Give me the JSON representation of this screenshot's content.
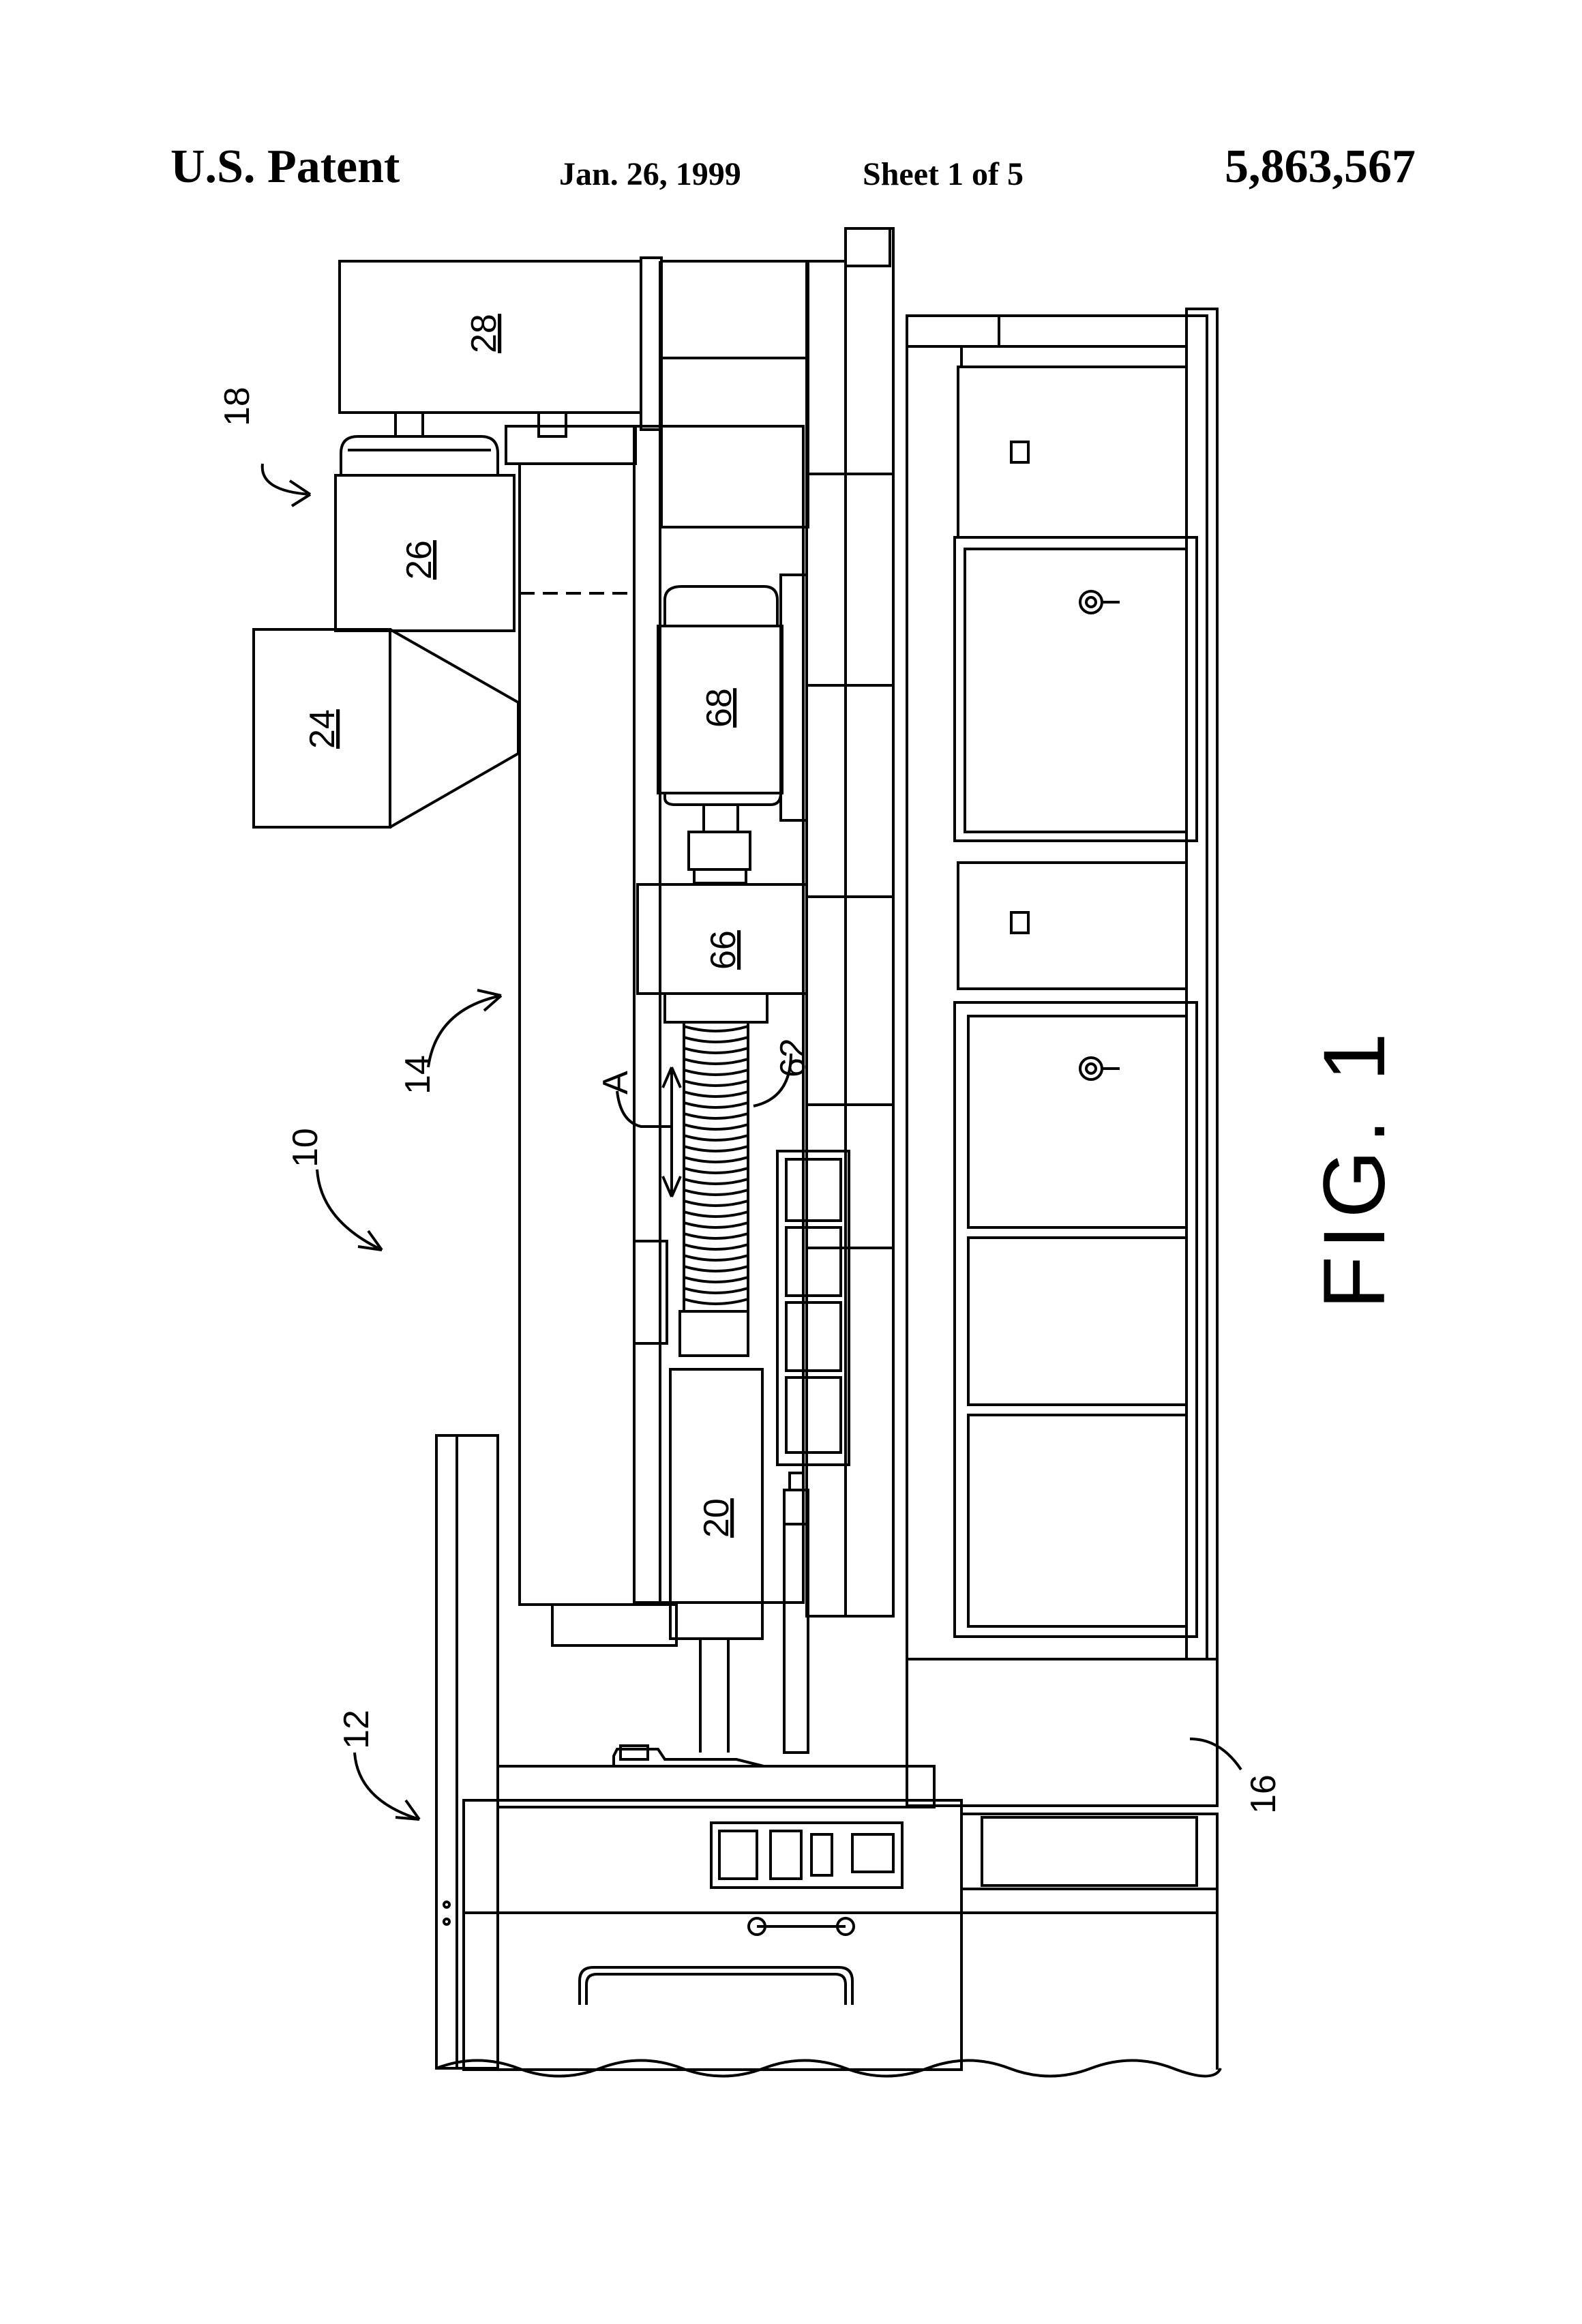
{
  "header": {
    "left": "U.S. Patent",
    "date": "Jan. 26, 1999",
    "sheet": "Sheet 1 of 5",
    "patent_number": "5,863,567"
  },
  "figure": {
    "caption": "FIG. 1",
    "labels": {
      "n10": "10",
      "n12": "12",
      "n14": "14",
      "n16": "16",
      "n18": "18",
      "n20": "20",
      "n24": "24",
      "n26": "26",
      "n28": "28",
      "n62": "62",
      "n66": "66",
      "n68": "68",
      "a": "A"
    }
  }
}
